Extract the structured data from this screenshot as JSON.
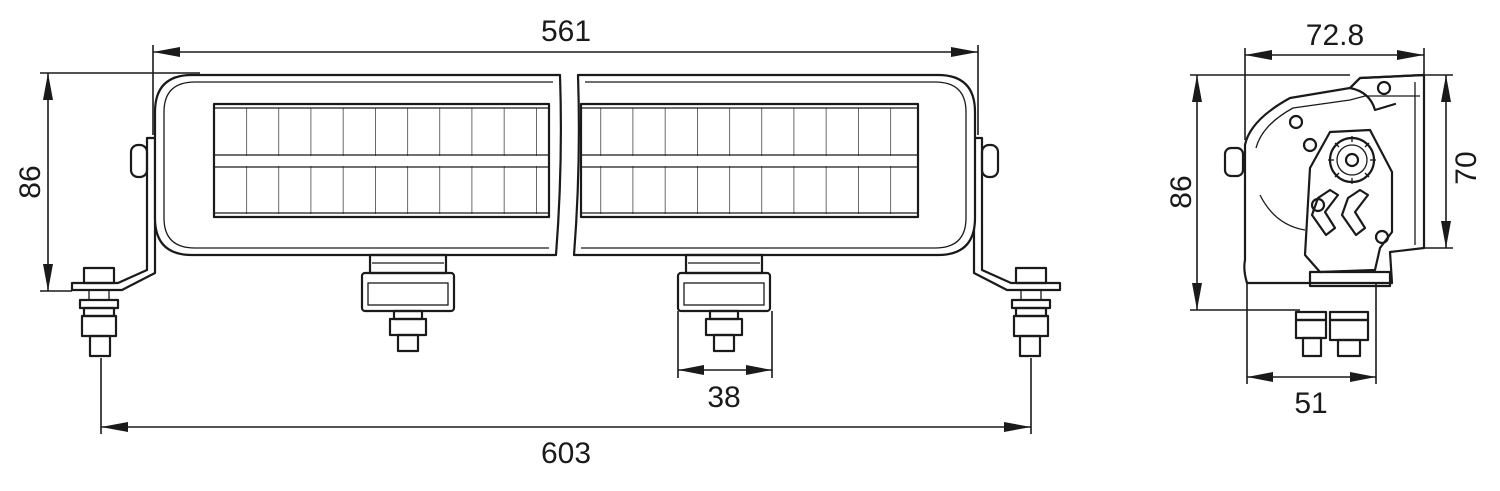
{
  "front_view": {
    "width_housing": "561",
    "height": "86",
    "mount_spacing": "38",
    "overall_width": "603"
  },
  "side_view": {
    "depth_top": "72.8",
    "height": "86",
    "lens_height": "70",
    "base_width": "51"
  }
}
